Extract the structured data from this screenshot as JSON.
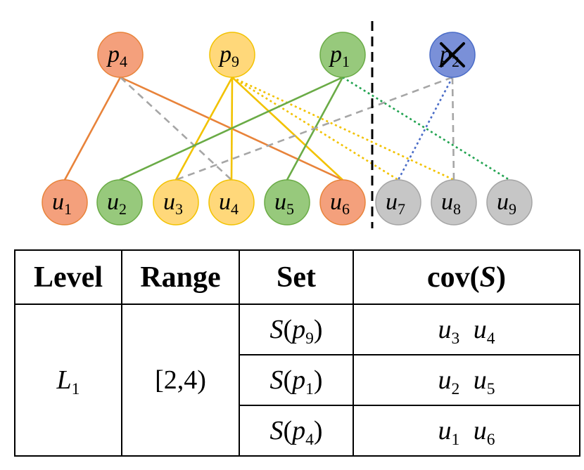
{
  "colors": {
    "orange": "#f4a07c",
    "orange_stroke": "#e8833a",
    "yellow": "#ffd87a",
    "yellow_stroke": "#f2c200",
    "green": "#97c97c",
    "green_stroke": "#6aab46",
    "blue": "#7a90d8",
    "blue_stroke": "#4a6cc7",
    "gray": "#c6c6c6",
    "gray_stroke": "#a4a4a4",
    "dashed_gray": "#a6a6a6",
    "dotted_green": "#21a350"
  },
  "graph": {
    "top_nodes": [
      {
        "id": "p4",
        "base": "p",
        "sub": "4",
        "color": "orange"
      },
      {
        "id": "p9",
        "base": "p",
        "sub": "9",
        "color": "yellow"
      },
      {
        "id": "p1",
        "base": "p",
        "sub": "1",
        "color": "green"
      },
      {
        "id": "p2",
        "base": "p",
        "sub": "2",
        "color": "blue",
        "crossed": true
      }
    ],
    "bottom_nodes": [
      {
        "id": "u1",
        "base": "u",
        "sub": "1",
        "color": "orange"
      },
      {
        "id": "u2",
        "base": "u",
        "sub": "2",
        "color": "green"
      },
      {
        "id": "u3",
        "base": "u",
        "sub": "3",
        "color": "yellow"
      },
      {
        "id": "u4",
        "base": "u",
        "sub": "4",
        "color": "yellow"
      },
      {
        "id": "u5",
        "base": "u",
        "sub": "5",
        "color": "green"
      },
      {
        "id": "u6",
        "base": "u",
        "sub": "6",
        "color": "orange"
      },
      {
        "id": "u7",
        "base": "u",
        "sub": "7",
        "color": "gray"
      },
      {
        "id": "u8",
        "base": "u",
        "sub": "8",
        "color": "gray"
      },
      {
        "id": "u9",
        "base": "u",
        "sub": "9",
        "color": "gray"
      }
    ],
    "edges": [
      {
        "from": "p4",
        "to": "u1",
        "style": "solid",
        "color": "orange_stroke"
      },
      {
        "from": "p4",
        "to": "u6",
        "style": "solid",
        "color": "orange_stroke"
      },
      {
        "from": "p4",
        "to": "u4",
        "style": "dashed",
        "color": "dashed_gray"
      },
      {
        "from": "p9",
        "to": "u3",
        "style": "solid",
        "color": "yellow_stroke"
      },
      {
        "from": "p9",
        "to": "u4",
        "style": "solid",
        "color": "yellow_stroke"
      },
      {
        "from": "p9",
        "to": "u6",
        "style": "solid",
        "color": "yellow_stroke"
      },
      {
        "from": "p9",
        "to": "u7",
        "style": "dotted",
        "color": "yellow_stroke"
      },
      {
        "from": "p9",
        "to": "u8",
        "style": "dotted",
        "color": "yellow_stroke"
      },
      {
        "from": "p1",
        "to": "u2",
        "style": "solid",
        "color": "green_stroke"
      },
      {
        "from": "p1",
        "to": "u5",
        "style": "solid",
        "color": "green_stroke"
      },
      {
        "from": "p1",
        "to": "u9",
        "style": "dotted",
        "color": "dotted_green"
      },
      {
        "from": "p2",
        "to": "u3",
        "style": "dashed",
        "color": "dashed_gray"
      },
      {
        "from": "p2",
        "to": "u7",
        "style": "dotted",
        "color": "blue_stroke"
      },
      {
        "from": "p2",
        "to": "u8",
        "style": "dashed",
        "color": "dashed_gray"
      }
    ]
  },
  "table": {
    "headers": {
      "level": "Level",
      "range": "Range",
      "set": "Set",
      "cov": "cov(",
      "cov_var": "S",
      "cov_close": ")"
    },
    "level": {
      "base": "L",
      "sub": "1"
    },
    "range": "[2,4)",
    "rows": [
      {
        "set_fn": "S",
        "open": "(",
        "set_base": "p",
        "set_sub": "9",
        "close": ")",
        "cov": [
          {
            "base": "u",
            "sub": "3"
          },
          {
            "base": "u",
            "sub": "4"
          }
        ]
      },
      {
        "set_fn": "S",
        "open": "(",
        "set_base": "p",
        "set_sub": "1",
        "close": ")",
        "cov": [
          {
            "base": "u",
            "sub": "2"
          },
          {
            "base": "u",
            "sub": "5"
          }
        ]
      },
      {
        "set_fn": "S",
        "open": "(",
        "set_base": "p",
        "set_sub": "4",
        "close": ")",
        "cov": [
          {
            "base": "u",
            "sub": "1"
          },
          {
            "base": "u",
            "sub": "6"
          }
        ]
      }
    ]
  }
}
